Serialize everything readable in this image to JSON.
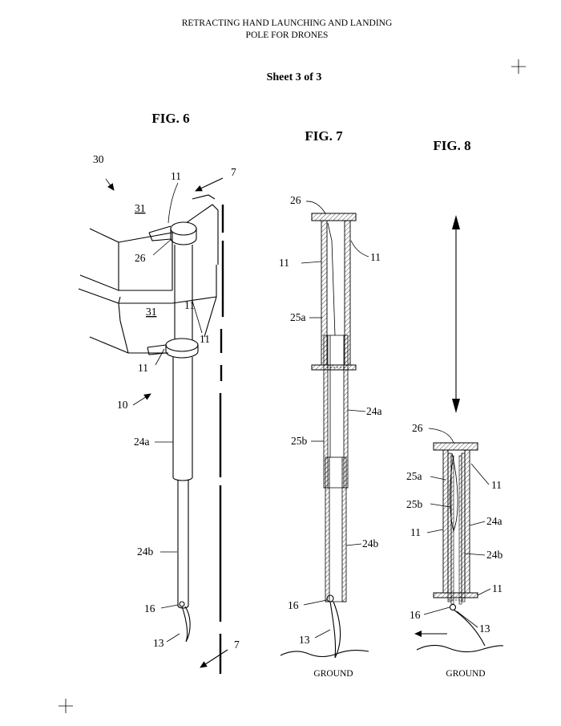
{
  "header": {
    "title_line1": "RETRACTING HAND LAUNCHING AND LANDING",
    "title_line2": "POLE FOR DRONES",
    "sheet": "Sheet 3 of 3"
  },
  "figures": {
    "fig6": {
      "title": "FIG. 6",
      "labels": {
        "n30": "30",
        "n11a": "11",
        "n7top": "7",
        "n31a": "31",
        "n26": "26",
        "n31b": "31",
        "n11b": "11",
        "n11c": "11",
        "n11d": "11",
        "n10": "10",
        "n24a": "24a",
        "n24b": "24b",
        "n16": "16",
        "n13": "13",
        "n7bot": "7"
      }
    },
    "fig7": {
      "title": "FIG. 7",
      "labels": {
        "n26": "26",
        "n11l": "11",
        "n11r": "11",
        "n25a": "25a",
        "n24a": "24a",
        "n25b": "25b",
        "n24b": "24b",
        "n16": "16",
        "n13": "13"
      },
      "ground": "GROUND"
    },
    "fig8": {
      "title": "FIG. 8",
      "labels": {
        "n26": "26",
        "n25a": "25a",
        "n11r1": "11",
        "n25b": "25b",
        "n11l": "11",
        "n24a": "24a",
        "n24b": "24b",
        "n11r2": "11",
        "n16": "16",
        "n13": "13"
      },
      "ground": "GROUND"
    }
  },
  "icons": [
    "crosshair-icon",
    "arrow-icon"
  ]
}
